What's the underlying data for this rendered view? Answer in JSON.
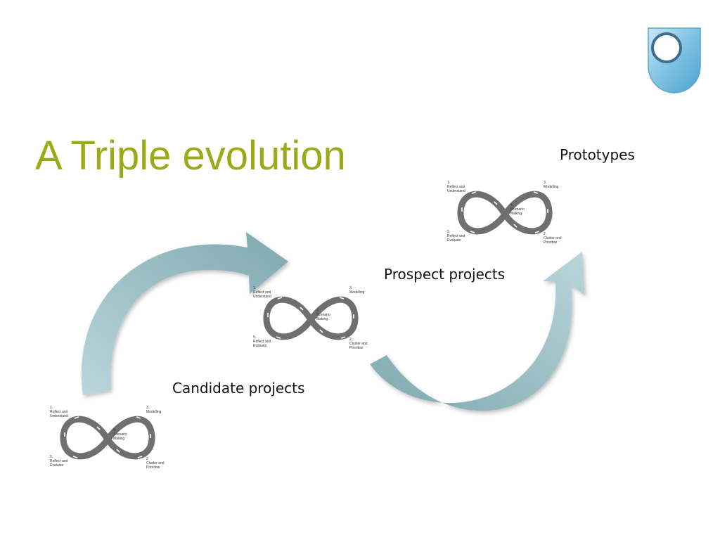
{
  "slide": {
    "title": "A Triple evolution",
    "stages": {
      "candidate": "Candidate projects",
      "prospect": "Prospect projects",
      "prototypes": "Prototypes"
    }
  },
  "loop_steps": {
    "s1": [
      "1.",
      "Reflect and",
      "Understand"
    ],
    "s2": [
      "2.",
      "Cluster and",
      "Prioritise"
    ],
    "s3": [
      "3.",
      "Modelling"
    ],
    "s4": [
      "4.",
      "Scenario",
      "Making"
    ],
    "s5": [
      "5.",
      "Reflect and",
      "Evaluate"
    ]
  },
  "colors": {
    "title": "#9aab1a",
    "arrow": "#8fb6bd",
    "loop_road": "#6f6f6f",
    "logo": "#7fc1e2"
  }
}
